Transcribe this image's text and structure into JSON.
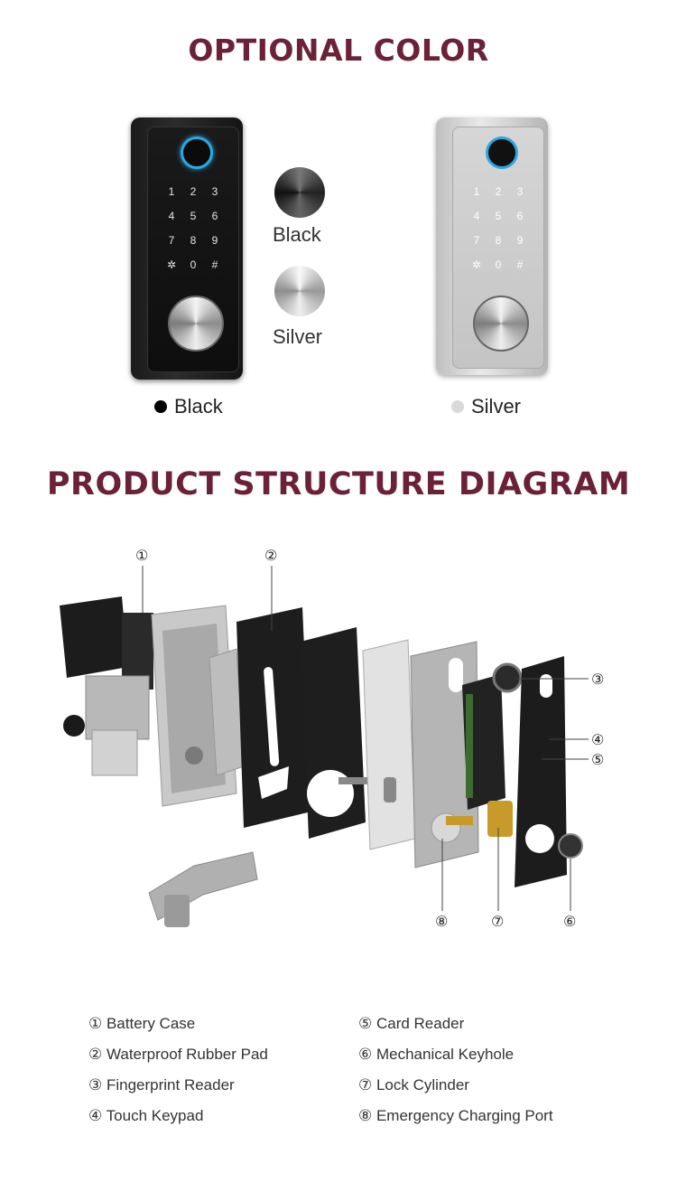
{
  "section_color": {
    "title": "OPTIONAL COLOR",
    "swatches": [
      {
        "label": "Black",
        "color": "#2a2a2a"
      },
      {
        "label": "Silver",
        "color": "#c8c8c8"
      }
    ],
    "captions": [
      {
        "label": "Black",
        "dot_color": "#000000"
      },
      {
        "label": "Silver",
        "dot_color": "#d9d9d9"
      }
    ],
    "keypad": [
      "1",
      "2",
      "3",
      "4",
      "5",
      "6",
      "7",
      "8",
      "9",
      "✲",
      "0",
      "#"
    ]
  },
  "section_structure": {
    "title": "PRODUCT STRUCTURE DIAGRAM",
    "callouts": [
      "①",
      "②",
      "③",
      "④",
      "⑤",
      "⑥",
      "⑦",
      "⑧"
    ],
    "legend": [
      "① Battery Case",
      "② Waterproof Rubber Pad",
      "③ Fingerprint Reader",
      "④ Touch Keypad",
      "⑤ Card Reader",
      "⑥ Mechanical Keyhole",
      "⑦ Lock Cylinder",
      "⑧ Emergency Charging Port"
    ]
  },
  "colors": {
    "title": "#6b2137"
  }
}
